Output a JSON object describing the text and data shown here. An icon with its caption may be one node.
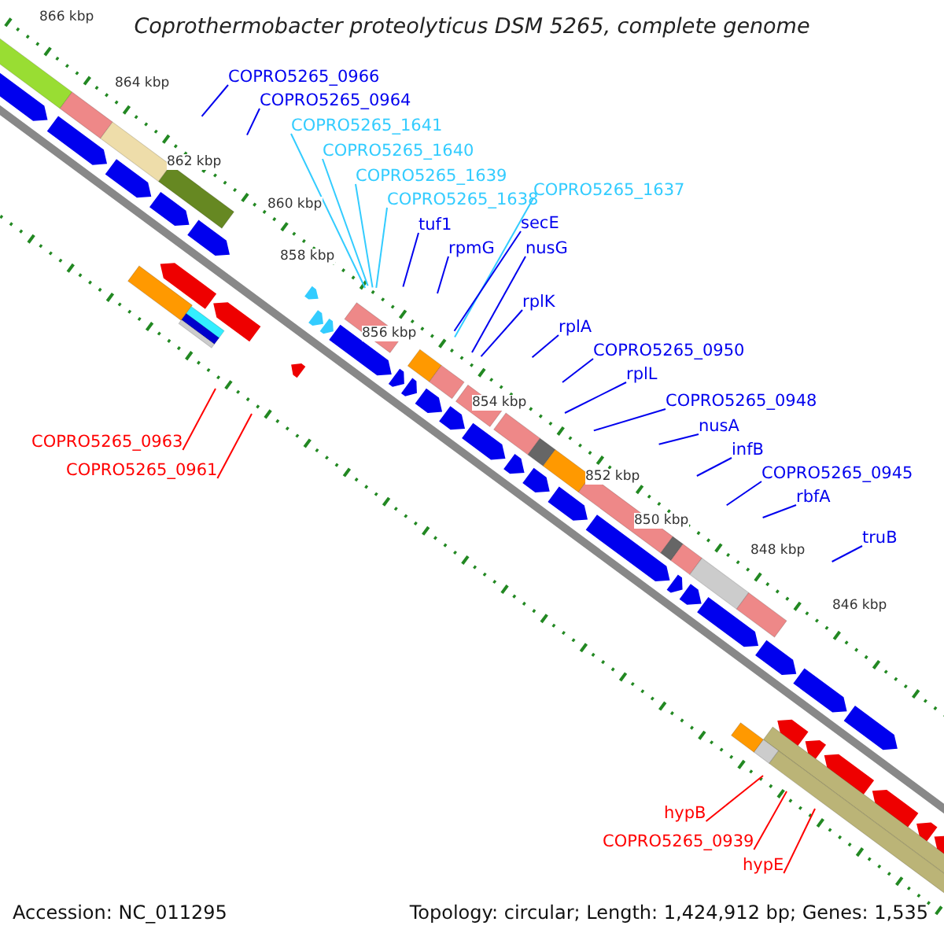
{
  "diagram": {
    "title": "Coprothermobacter proteolyticus DSM 5265, complete genome",
    "nodes": [
      {
        "text": [
          "COPRO5265_0966"
        ]
      },
      {
        "text": [
          "COPRO5265_0964"
        ]
      },
      {
        "text": [
          "COPRO5265_1641"
        ]
      },
      {
        "text": [
          "COPRO5265_1640"
        ]
      },
      {
        "text": [
          "COPRO5265_1639"
        ]
      },
      {
        "text": [
          "COPRO5265_1638"
        ]
      },
      {
        "text": [
          "COPRO5265_1637"
        ]
      },
      {
        "text": [
          "tuf1"
        ]
      },
      {
        "text": [
          "secE"
        ]
      },
      {
        "text": [
          "rpmG"
        ]
      },
      {
        "text": [
          "nusG"
        ]
      },
      {
        "text": [
          "rplK"
        ]
      },
      {
        "text": [
          "rplA"
        ]
      },
      {
        "text": [
          "COPRO5265_0950"
        ]
      },
      {
        "text": [
          "rplL"
        ]
      },
      {
        "text": [
          "COPRO5265_0948"
        ]
      },
      {
        "text": [
          "nusA"
        ]
      },
      {
        "text": [
          "infB"
        ]
      },
      {
        "text": [
          "COPRO5265_0945"
        ]
      },
      {
        "text": [
          "rbfA"
        ]
      },
      {
        "text": [
          "truB"
        ]
      },
      {
        "text": [
          "COPRO5265_0963"
        ]
      },
      {
        "text": [
          "COPRO5265_0961"
        ]
      },
      {
        "text": [
          "hypB"
        ]
      },
      {
        "text": [
          "COPRO5265_0939"
        ]
      },
      {
        "text": [
          "hypE"
        ]
      }
    ],
    "edges": [
      {
        "from": 0,
        "to": null,
        "arrow": "none"
      },
      {
        "from": 1,
        "to": null,
        "arrow": "none"
      },
      {
        "from": 2,
        "to": null,
        "arrow": "none",
        "color": "#33ccff"
      },
      {
        "from": 3,
        "to": null,
        "arrow": "none",
        "color": "#33ccff"
      },
      {
        "from": 4,
        "to": null,
        "arrow": "none",
        "color": "#33ccff"
      },
      {
        "from": 5,
        "to": null,
        "arrow": "none",
        "color": "#33ccff"
      },
      {
        "from": 6,
        "to": null,
        "arrow": "none",
        "color": "#33ccff"
      },
      {
        "from": 7,
        "to": null,
        "arrow": "none"
      },
      {
        "from": 8,
        "to": null,
        "arrow": "none"
      },
      {
        "from": 9,
        "to": null,
        "arrow": "none"
      },
      {
        "from": 10,
        "to": null,
        "arrow": "none"
      },
      {
        "from": 11,
        "to": null,
        "arrow": "none"
      },
      {
        "from": 12,
        "to": null,
        "arrow": "none"
      },
      {
        "from": 13,
        "to": null,
        "arrow": "none"
      },
      {
        "from": 14,
        "to": null,
        "arrow": "none"
      },
      {
        "from": 15,
        "to": null,
        "arrow": "none"
      },
      {
        "from": 16,
        "to": null,
        "arrow": "none"
      },
      {
        "from": 17,
        "to": null,
        "arrow": "none"
      },
      {
        "from": 18,
        "to": null,
        "arrow": "none"
      },
      {
        "from": 19,
        "to": null,
        "arrow": "none"
      },
      {
        "from": 20,
        "to": null,
        "arrow": "none"
      },
      {
        "from": 21,
        "to": null,
        "arrow": "none",
        "color": "#ff0000"
      },
      {
        "from": 22,
        "to": null,
        "arrow": "none",
        "color": "#ff0000"
      },
      {
        "from": 23,
        "to": null,
        "arrow": "none",
        "color": "#ff0000"
      },
      {
        "from": 24,
        "to": null,
        "arrow": "none",
        "color": "#ff0000"
      },
      {
        "from": 25,
        "to": null,
        "arrow": "none",
        "color": "#ff0000"
      }
    ],
    "labels": [
      "866 kbp",
      "864 kbp",
      "862 kbp",
      "860 kbp",
      "858 kbp",
      "856 kbp",
      "854 kbp",
      "852 kbp",
      "850 kbp",
      "848 kbp",
      "846 kbp",
      "Accession: NC_011295",
      "Topology: circular; Length: 1,424,912 bp; Genes: 1,535"
    ]
  }
}
